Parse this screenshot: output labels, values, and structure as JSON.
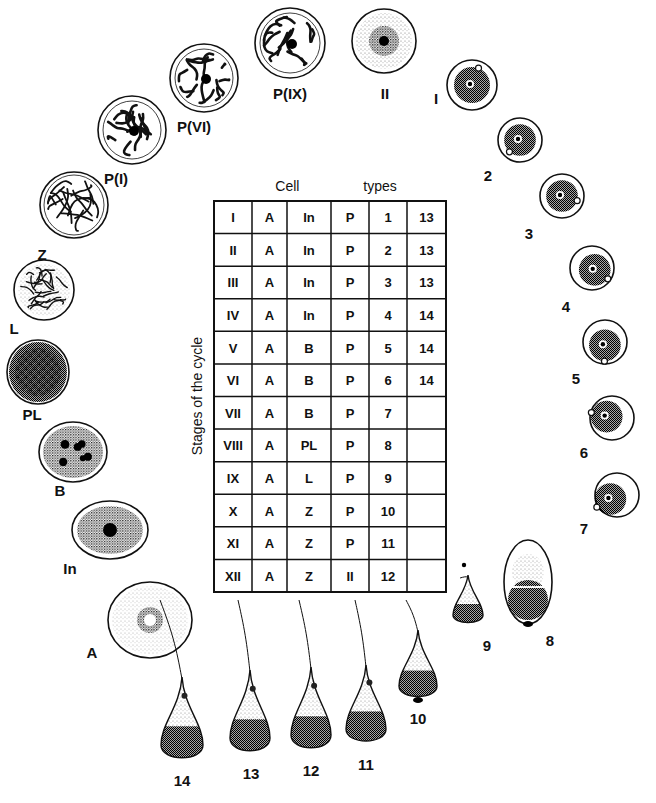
{
  "diagram": {
    "labels": [
      "Cell types",
      "Stages of the cycle",
      "I",
      "A",
      "In",
      "P",
      "1",
      "13",
      "II",
      "A",
      "In",
      "P",
      "2",
      "13",
      "III",
      "A",
      "In",
      "P",
      "3",
      "13",
      "IV",
      "A",
      "In",
      "P",
      "4",
      "14",
      "V",
      "A",
      "B",
      "P",
      "5",
      "14",
      "VI",
      "A",
      "B",
      "P",
      "6",
      "14",
      "VII",
      "A",
      "B",
      "P",
      "7",
      "VIII",
      "A",
      "PL",
      "P",
      "8",
      "IX",
      "A",
      "L",
      "P",
      "9",
      "X",
      "A",
      "Z",
      "P",
      "10",
      "XI",
      "A",
      "Z",
      "P",
      "11",
      "XII",
      "A",
      "Z",
      "II",
      "12",
      "A",
      "In",
      "B",
      "PL",
      "L",
      "Z",
      "P(I)",
      "P(VI)",
      "P(IX)",
      "II",
      "I",
      "2",
      "3",
      "4",
      "5",
      "6",
      "7",
      "8",
      "9",
      "10",
      "11",
      "12",
      "13",
      "14"
    ]
  }
}
